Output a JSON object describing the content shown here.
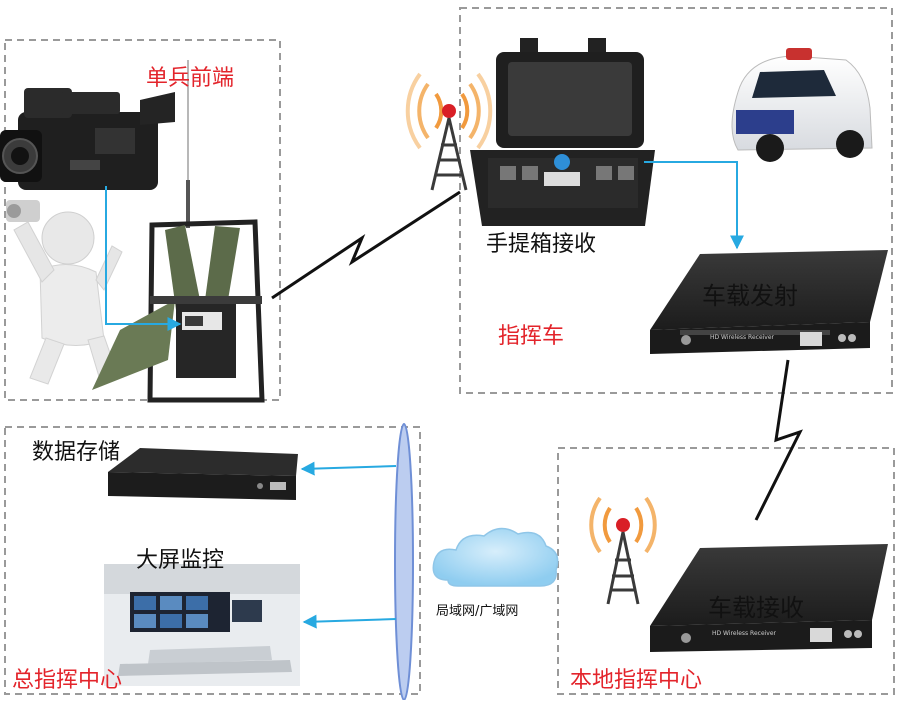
{
  "labels": {
    "soldier_front": "单兵前端",
    "case_receive": "手提箱接收",
    "command_vehicle": "指挥车",
    "vehicle_transmit": "车载发射",
    "data_storage": "数据存储",
    "big_screen": "大屏监控",
    "network": "局域网/广域网",
    "vehicle_receive": "车载接收",
    "local_command_center": "本地指挥中心",
    "main_command_center": "总指挥中心"
  },
  "device_text": {
    "panel_model": "HD Wireless Receiver"
  },
  "colors": {
    "region_label": "#e3242b",
    "arrow": "#27a9e1",
    "dashed_border": "#9a9a9a",
    "network_ellipse": "#6f8fd6",
    "cloud": "#9fd3f1"
  }
}
